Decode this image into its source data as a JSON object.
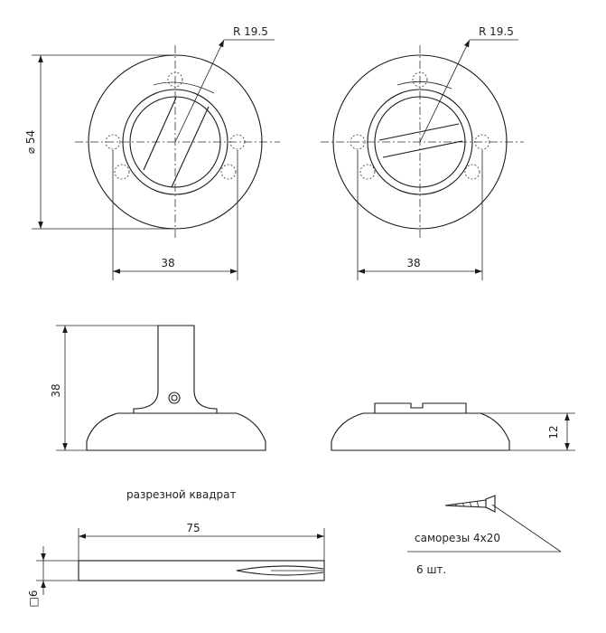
{
  "top_left_view": {
    "radius_label": "R 19.5",
    "diameter_label": "⌀ 54",
    "width_label": "38"
  },
  "top_right_view": {
    "radius_label": "R 19.5",
    "width_label": "38"
  },
  "side_left_view": {
    "height_label": "38"
  },
  "side_right_view": {
    "height_label": "12"
  },
  "square_spindle": {
    "caption": "разрезной квадрат",
    "length_label": "75",
    "section_label": "□6"
  },
  "screws": {
    "label": "саморезы 4х20",
    "quantity_label": "6 шт."
  }
}
